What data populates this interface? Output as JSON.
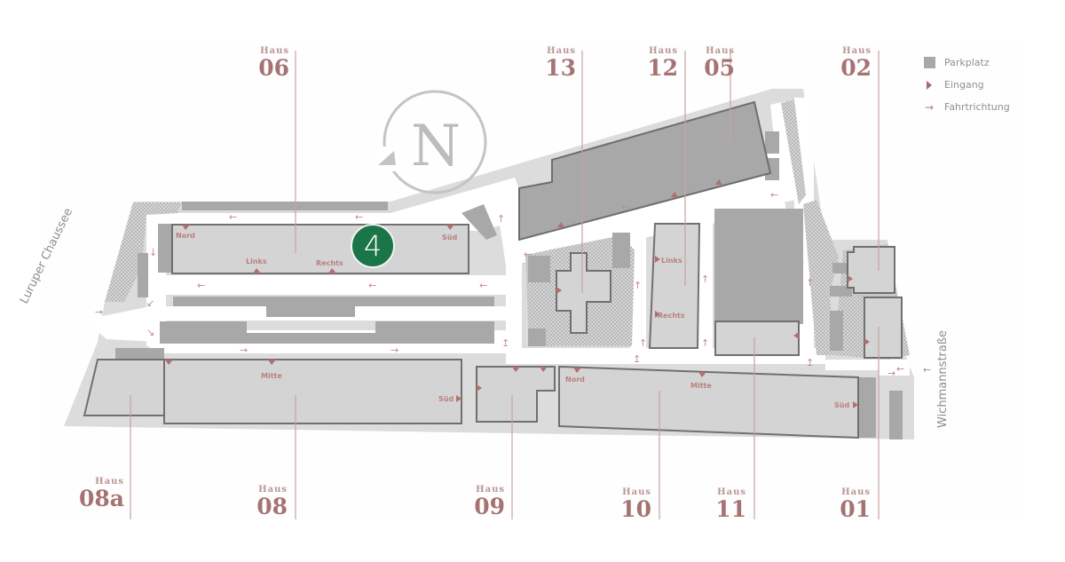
{
  "colors": {
    "accent": "#a57371",
    "building_fill": "#d4d4d4",
    "building_outline": "#707070",
    "parking": "#a8a8a8",
    "ground": "#dcdcdc",
    "marker": "#1a7548",
    "text_muted": "#8e8e8e"
  },
  "legend": {
    "items": [
      {
        "icon": "parking-square-icon",
        "label": "Parkplatz"
      },
      {
        "icon": "entrance-triangle-icon",
        "label": "Eingang"
      },
      {
        "icon": "direction-arrow-icon",
        "label": "Fahrtrichtung",
        "glyph": "→"
      }
    ]
  },
  "compass": {
    "letter": "N"
  },
  "marker": {
    "label": "4"
  },
  "streets": {
    "west": "Luruper Chaussee",
    "east": "Wichmannstraße"
  },
  "houses_top": [
    {
      "prefix": "Haus",
      "number": "06"
    },
    {
      "prefix": "Haus",
      "number": "13"
    },
    {
      "prefix": "Haus",
      "number": "12"
    },
    {
      "prefix": "Haus",
      "number": "05"
    },
    {
      "prefix": "Haus",
      "number": "02"
    }
  ],
  "houses_bottom": [
    {
      "prefix": "Haus",
      "number": "08a"
    },
    {
      "prefix": "Haus",
      "number": "08"
    },
    {
      "prefix": "Haus",
      "number": "09"
    },
    {
      "prefix": "Haus",
      "number": "10"
    },
    {
      "prefix": "Haus",
      "number": "11"
    },
    {
      "prefix": "Haus",
      "number": "01"
    }
  ],
  "entrances": {
    "h06_nord": "Nord",
    "h06_sued": "Süd",
    "h06_links": "Links",
    "h06_rechts": "Rechts",
    "h12_links": "Links",
    "h12_rechts": "Rechts",
    "h08_mitte": "Mitte",
    "h08_sued": "Süd",
    "h10_nord": "Nord",
    "h10_mitte": "Mitte",
    "h10_sued": "Süd"
  }
}
